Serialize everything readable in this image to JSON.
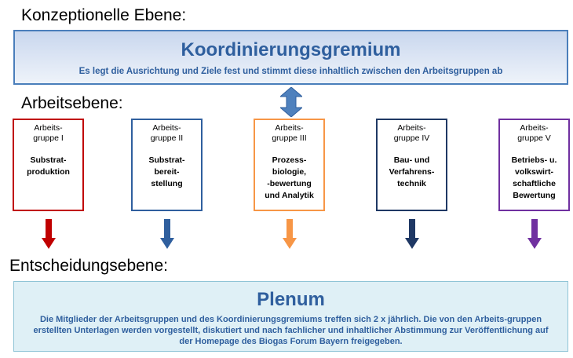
{
  "levels": {
    "conceptual": "Konzeptionelle Ebene:",
    "work": "Arbeitsebene:",
    "decision": "Entscheidungsebene:"
  },
  "coordination": {
    "title": "Koordinierungsgremium",
    "subtitle": "Es legt die Ausrichtung und Ziele fest und stimmt diese inhaltlich zwischen den Arbeitsgruppen ab"
  },
  "groups": [
    {
      "header": "Arbeits-\ngruppe I",
      "topic": "Substrat-\nproduktion",
      "color": "#c00000"
    },
    {
      "header": "Arbeits-\ngruppe II",
      "topic": "Substrat-\nbereit-\nstellung",
      "color": "#2f5f9e"
    },
    {
      "header": "Arbeits-\ngruppe III",
      "topic": "Prozess-\nbiologie,\n-bewertung\nund Analytik",
      "color": "#f79646"
    },
    {
      "header": "Arbeits-\ngruppe IV",
      "topic": "Bau- und\nVerfahrens-\ntechnik",
      "color": "#1f3864"
    },
    {
      "header": "Arbeits-\ngruppe V",
      "topic": "Betriebs- u.\nvolkswirt-\nschaftliche\nBewertung",
      "color": "#7030a0"
    }
  ],
  "plenum": {
    "title": "Plenum",
    "text": "Die Mitglieder der Arbeitsgruppen und des Koordinierungsgremiums treffen sich 2 x jährlich. Die von den Arbeits-gruppen erstellten Unterlagen werden vorgestellt, diskutiert und nach fachlicher und inhaltlicher Abstimmung zur Veröffentlichung auf der Homepage des Biogas Forum Bayern freigegeben."
  },
  "colors": {
    "accent": "#2f5f9e",
    "double_arrow": "#4f81bd"
  }
}
